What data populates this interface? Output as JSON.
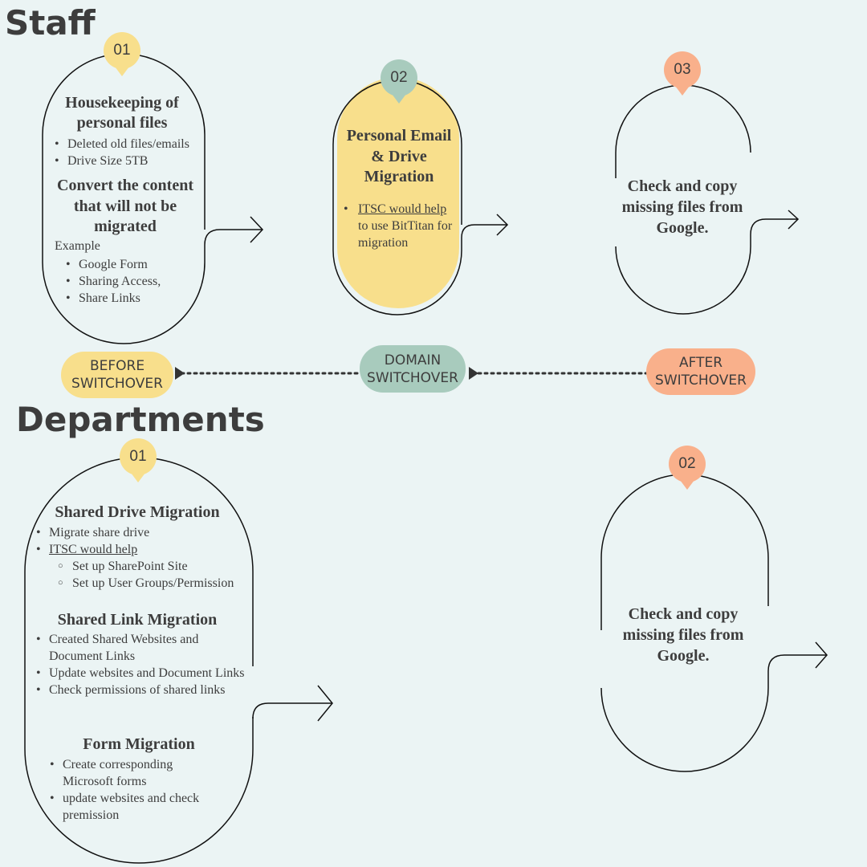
{
  "colors": {
    "yellow": "#f8df8c",
    "green": "#a8cbbd",
    "orange": "#f9b08b",
    "background": "#ebf4f4",
    "ink": "#3d3d3d"
  },
  "staff": {
    "heading": "Staff",
    "step1": {
      "number": "01",
      "title": "Housekeeping of personal files",
      "bullets": [
        "Deleted old files/emails",
        "Drive Size 5TB"
      ],
      "subtitle": "Convert the content that will not be migrated",
      "example_label": "Example",
      "example_items": [
        "Google Form",
        "Sharing Access,",
        "Share Links"
      ]
    },
    "step2": {
      "number": "02",
      "title": "Personal Email & Drive Migration",
      "bullet_link": "ITSC would help",
      "bullet_rest_1": "to use BitTitan for",
      "bullet_rest_2": "migration"
    },
    "step3": {
      "number": "03",
      "title": "Check and copy missing files from Google."
    }
  },
  "timeline": {
    "before": "BEFORE SWITCHOVER",
    "domain": "DOMAIN SWITCHOVER",
    "after": "AFTER SWITCHOVER"
  },
  "departments": {
    "heading": "Departments",
    "step1": {
      "number": "01",
      "shared_drive_title": "Shared Drive Migration",
      "shared_drive_items": [
        "Migrate share drive",
        "ITSC would help "
      ],
      "shared_drive_subitems": [
        "Set up SharePoint Site",
        "Set up User Groups/Permission"
      ],
      "shared_link_title": "Shared Link Migration",
      "shared_link_items": [
        "Created Shared Websites and Document Links",
        "Update websites and Document Links",
        "Check permissions of shared links"
      ],
      "form_title": "Form Migration",
      "form_items": [
        "Create corresponding Microsoft forms",
        "update websites and check premission"
      ]
    },
    "step2": {
      "number": "02",
      "title": "Check and copy missing files from Google."
    }
  }
}
